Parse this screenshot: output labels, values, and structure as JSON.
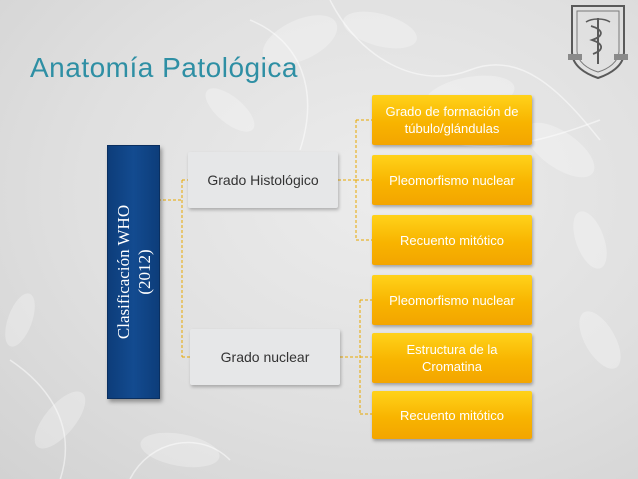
{
  "slide": {
    "title": "Anatomía Patológica"
  },
  "diagram": {
    "root": {
      "line1": "Clasificación WHO",
      "line2": "(2012)"
    },
    "branches": [
      {
        "label": "Grado Histológico",
        "children": [
          "Grado de formación de túbulo/glándulas",
          "Pleomorfismo nuclear",
          "Recuento mitótico"
        ]
      },
      {
        "label": "Grado nuclear",
        "children": [
          "Pleomorfismo nuclear",
          "Estructura de la Cromatina",
          "Recuento mitótico"
        ]
      }
    ]
  },
  "colors": {
    "title": "#2e8fa4",
    "root_fill": "#134b90",
    "branch_fill": "#e6e7e8",
    "leaf_fill": "#f8b400",
    "connector": "#e8a800"
  },
  "logo": {
    "icon": "university-seal-icon"
  }
}
